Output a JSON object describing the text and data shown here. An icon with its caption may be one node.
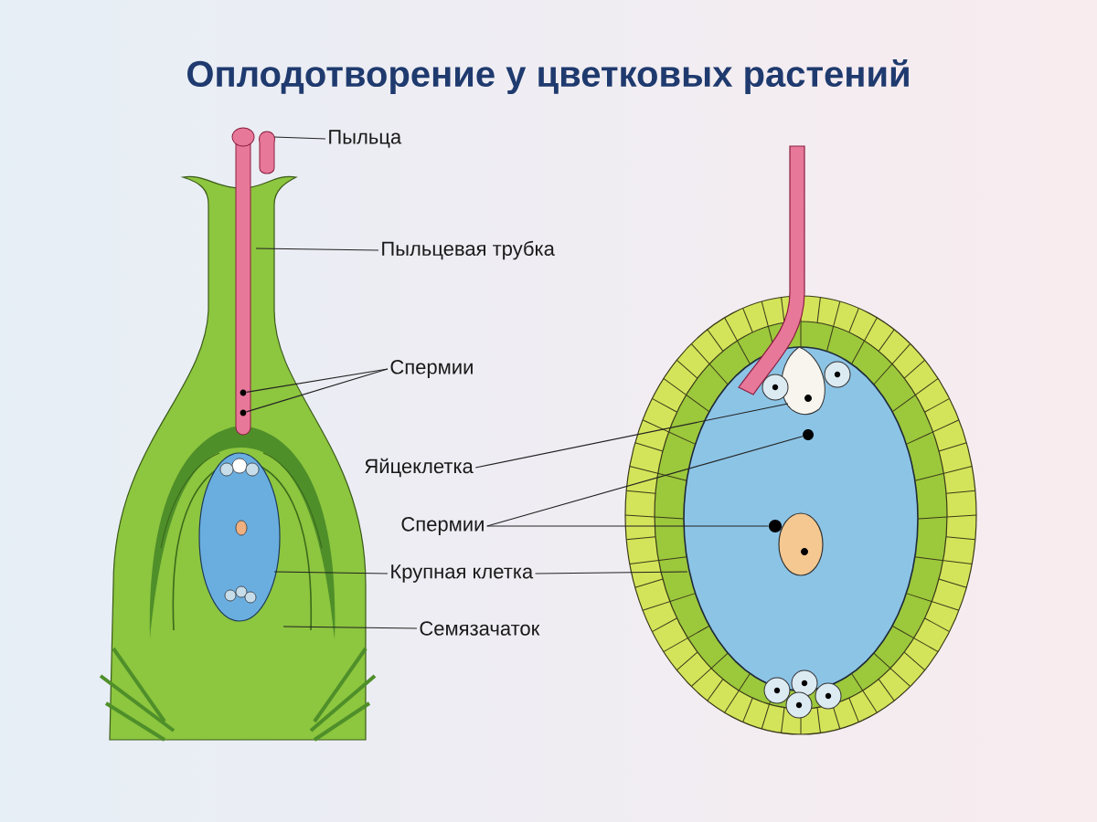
{
  "diagram": {
    "title": "Оплодотворение у цветковых растений",
    "nodes": [
      {
        "text": [
          "Пыльца"
        ]
      },
      {
        "text": [
          "Пыльцевая трубка"
        ]
      },
      {
        "text": [
          "Спермии"
        ]
      },
      {
        "text": [
          "Яйцеклетка"
        ]
      },
      {
        "text": [
          "Спермии"
        ]
      },
      {
        "text": [
          "Крупная клетка"
        ]
      },
      {
        "text": [
          "Семязачаток"
        ]
      },
      {
        "text": [],
        "shape": "circle"
      },
      {
        "text": [],
        "shape": "circle"
      },
      {
        "text": [],
        "shape": "circle"
      },
      {
        "text": [],
        "shape": "circle"
      }
    ],
    "edges": [
      {
        "from": 0,
        "to": null,
        "arrow": "none"
      },
      {
        "from": 1,
        "to": null,
        "arrow": "none"
      },
      {
        "from": 2,
        "to": 7,
        "arrow": "none"
      },
      {
        "from": 2,
        "to": 8,
        "arrow": "none"
      },
      {
        "from": 3,
        "to": null,
        "arrow": "none"
      },
      {
        "from": 4,
        "to": 9,
        "arrow": "none"
      },
      {
        "from": 4,
        "to": 10,
        "arrow": "none"
      },
      {
        "from": 5,
        "to": null,
        "arrow": "none"
      },
      {
        "from": 5,
        "to": null,
        "arrow": "none"
      },
      {
        "from": 6,
        "to": null,
        "arrow": "none"
      }
    ]
  }
}
